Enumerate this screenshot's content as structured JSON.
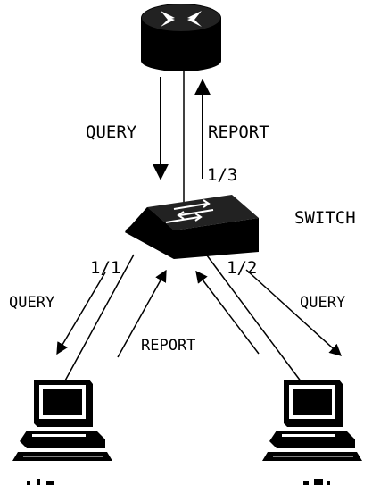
{
  "labels": {
    "query_top": "QUERY",
    "report_top": "REPORT",
    "port_uplink": "1/3",
    "switch": "SWITCH",
    "port_left": "1/1",
    "port_right": "1/2",
    "query_left": "QUERY",
    "query_right": "QUERY",
    "report_bottom": "REPORT"
  },
  "icons": {
    "router": "router-icon",
    "switch": "switch-icon",
    "host_left": "computer-icon",
    "host_right": "computer-icon"
  },
  "colors": {
    "line": "#000000",
    "router_fill": "#000000",
    "device_highlight": "#ffffff"
  }
}
